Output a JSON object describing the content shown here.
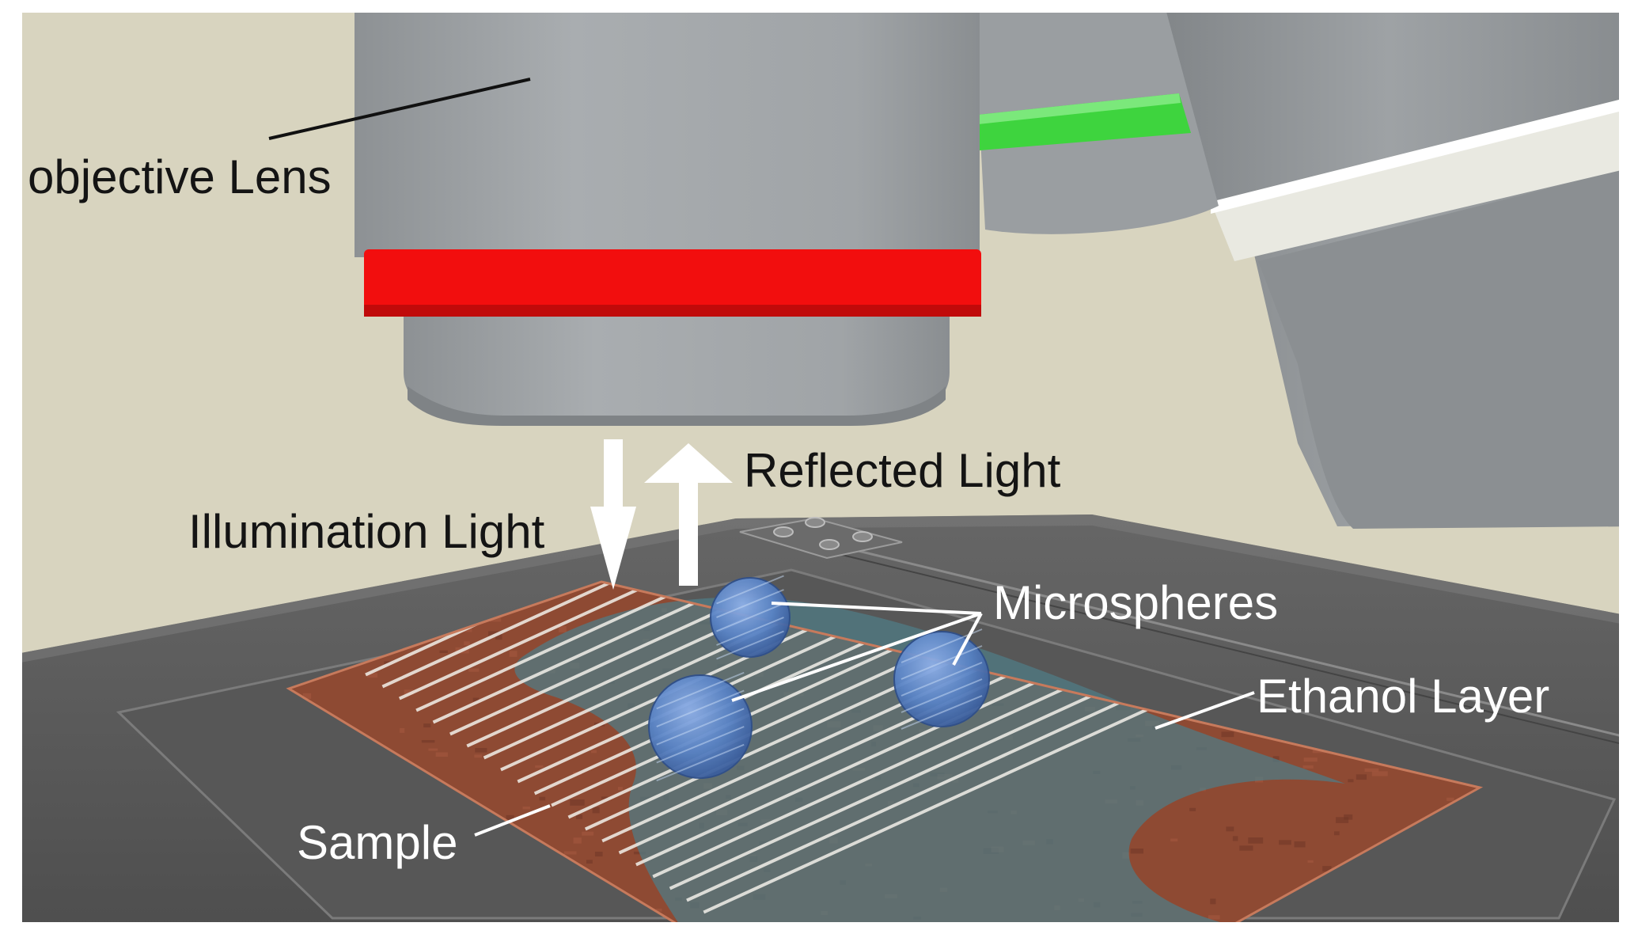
{
  "labels": {
    "objective_lens": "objective Lens",
    "reflected_light": "Reflected Light",
    "illumination_light": "Illumination Light",
    "microspheres": "Microspheres",
    "ethanol_layer": "Ethanol Layer",
    "sample": "Sample"
  },
  "colors": {
    "background_wall": "#d8d4bf",
    "lens_body": "#a2a6a9",
    "lens_red_band": "#f20e0e",
    "lens_green_band": "#3ed43e",
    "lens_white_band": "#e9e9e1",
    "stage": "#5b5b5b",
    "sample_copper": "#8e4a33",
    "microsphere": "#5d86c8",
    "ethanol": "#5f7f82"
  },
  "counts": {
    "sample_stripes": 22,
    "microspheres": 3
  }
}
